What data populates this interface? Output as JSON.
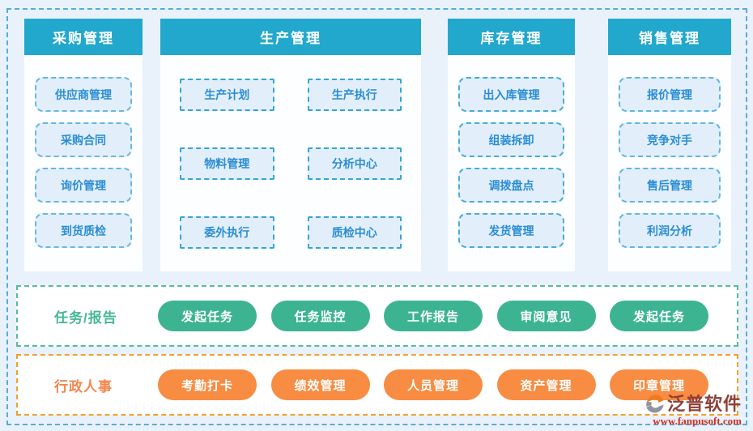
{
  "columns": [
    {
      "title": "采购管理",
      "items": [
        "供应商管理",
        "采购合同",
        "询价管理",
        "到货质检"
      ]
    },
    {
      "title": "生产管理",
      "items": [
        "生产计划",
        "生产执行",
        "物料管理",
        "分析中心",
        "委外执行",
        "质检中心"
      ]
    },
    {
      "title": "库存管理",
      "items": [
        "出入库管理",
        "组装拆卸",
        "调拨盘点",
        "发货管理"
      ]
    },
    {
      "title": "销售管理",
      "items": [
        "报价管理",
        "竞争对手",
        "售后管理",
        "利润分析"
      ]
    }
  ],
  "bands": [
    {
      "label": "任务/报告",
      "pills": [
        "发起任务",
        "任务监控",
        "工作报告",
        "审阅意见",
        "发起任务"
      ]
    },
    {
      "label": "行政人事",
      "pills": [
        "考勤打卡",
        "绩效管理",
        "人员管理",
        "资产管理",
        "印章管理"
      ]
    }
  ],
  "logo": {
    "name": "泛普软件",
    "url": "www.fanpusoft.com"
  },
  "colors": {
    "page_background": "#e9f1fa",
    "frame_border": "#58abdd",
    "header_teal": "#22a8cd",
    "module_fill": "#e2effb",
    "module_text": "#2a8dd4",
    "tasks_green": "#3cb492",
    "hr_orange": "#f78c42",
    "logo_maroon": "#8d4038",
    "logo_red": "#d42f1f"
  }
}
